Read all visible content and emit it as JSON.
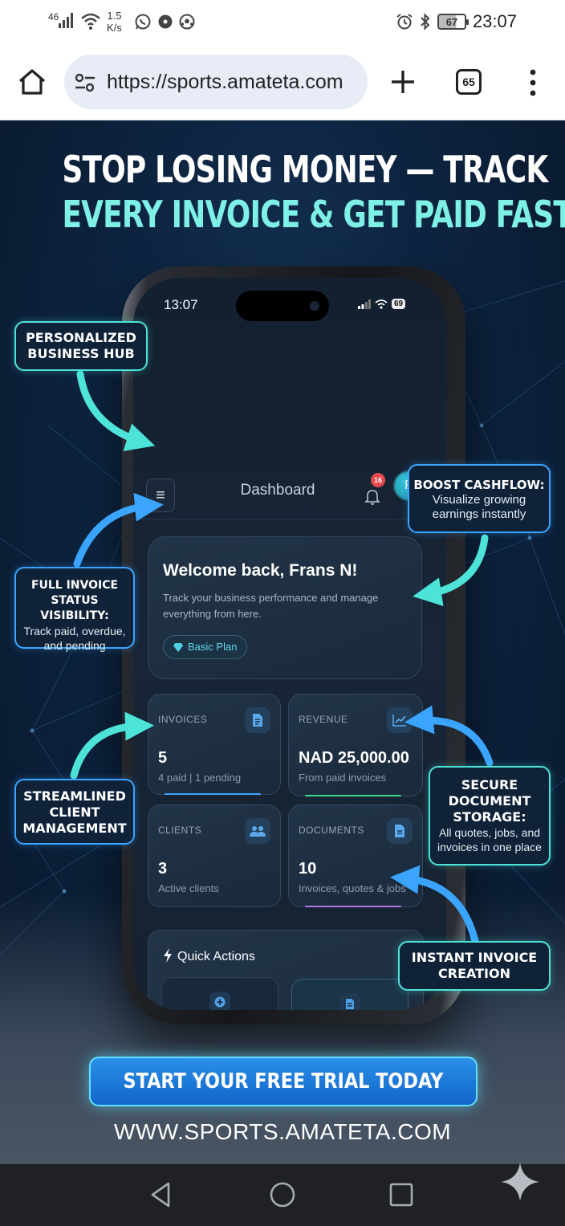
{
  "status_bar": {
    "network": "46",
    "speed_value": "1.5",
    "speed_unit": "K/s",
    "battery": "67",
    "time": "23:07"
  },
  "browser": {
    "url": "https://sports.amateta.com",
    "tab_count": "65"
  },
  "ad": {
    "headline_line1": "STOP LOSING MONEY — TRACK",
    "headline_line2": "EVERY INVOICE & GET PAID FASTER",
    "cta_label": "START YOUR FREE TRIAL TODAY",
    "website": "WWW.SPORTS.AMATETA.COM",
    "colors": {
      "accent_teal": "#4ee3d9",
      "accent_blue": "#3aa4ff",
      "headline_teal": "#7ff0e6"
    }
  },
  "phone": {
    "time": "13:07",
    "battery": "69",
    "header": {
      "title": "Dashboard",
      "notification_count": "16",
      "avatar_initial": "F"
    },
    "welcome": {
      "title": "Welcome back, Frans N!",
      "subtitle": "Track your business performance and manage everything from here.",
      "plan": "Basic Plan"
    },
    "stats": {
      "invoices": {
        "label": "INVOICES",
        "value": "5",
        "sub": "4 paid | 1 pending"
      },
      "revenue": {
        "label": "REVENUE",
        "value": "NAD 25,000.00",
        "sub": "From paid invoices"
      },
      "clients": {
        "label": "CLIENTS",
        "value": "3",
        "sub": "Active clients"
      },
      "documents": {
        "label": "DOCUMENTS",
        "value": "10",
        "sub": "Invoices, quotes & jobs"
      }
    },
    "quick_actions": {
      "title": "Quick Actions"
    }
  },
  "callouts": {
    "hub": {
      "title": "PERSONALIZED\nBUSINESS HUB"
    },
    "cashflow": {
      "title": "BOOST CASHFLOW:",
      "body": "Visualize growing\nearnings instantly"
    },
    "invoice_status": {
      "title": "FULL INVOICE\nSTATUS VISIBILITY:",
      "body": "Track paid, overdue,\nand pending"
    },
    "client": {
      "title": "STREAMLINED\nCLIENT\nMANAGEMENT"
    },
    "document": {
      "title": "SECURE\nDOCUMENT\nSTORAGE:",
      "body": "All quotes, jobs, and\ninvoices in one place"
    },
    "instant": {
      "title": "INSTANT INVOICE\nCREATION"
    }
  }
}
